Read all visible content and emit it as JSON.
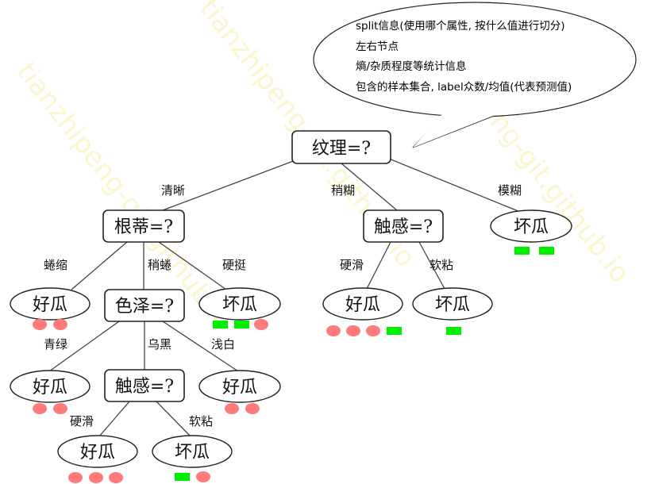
{
  "watermark": "tianzhipeng-git.github.io",
  "colors": {
    "good_sample": "#ff7b7b",
    "bad_sample": "#00ee00"
  },
  "bubble": {
    "lines": [
      "split信息(使用哪个属性, 按什么值进行切分)",
      "左右节点",
      "熵/杂质程度等统计信息",
      "包含的样本集合, label众数/均值(代表预测值)"
    ]
  },
  "tree": {
    "root": "纹理=?",
    "edges": {
      "qingxi": "清晰",
      "shaohu": "稍糊",
      "mohu": "模糊",
      "quansuo": "蜷缩",
      "shaoquan": "稍蜷",
      "yingting": "硬挺",
      "yinghua_r": "硬滑",
      "ruannian_r": "软粘",
      "qinglv": "青绿",
      "wuhei": "乌黑",
      "qianbai": "浅白",
      "yinghua_b": "硬滑",
      "ruannian_b": "软粘"
    },
    "nodes": {
      "gendi": "根蒂=?",
      "chugan_r": "触感=?",
      "mohu_leaf": "坏瓜",
      "quansuo_leaf": "好瓜",
      "sezhe": "色泽=?",
      "yingting_leaf": "坏瓜",
      "yinghua_r_leaf": "好瓜",
      "ruannian_r_leaf": "坏瓜",
      "qinglv_leaf": "好瓜",
      "chugan_b": "触感=?",
      "qianbai_leaf": "好瓜",
      "yinghua_b_leaf": "好瓜",
      "ruannian_b_leaf": "坏瓜"
    }
  }
}
